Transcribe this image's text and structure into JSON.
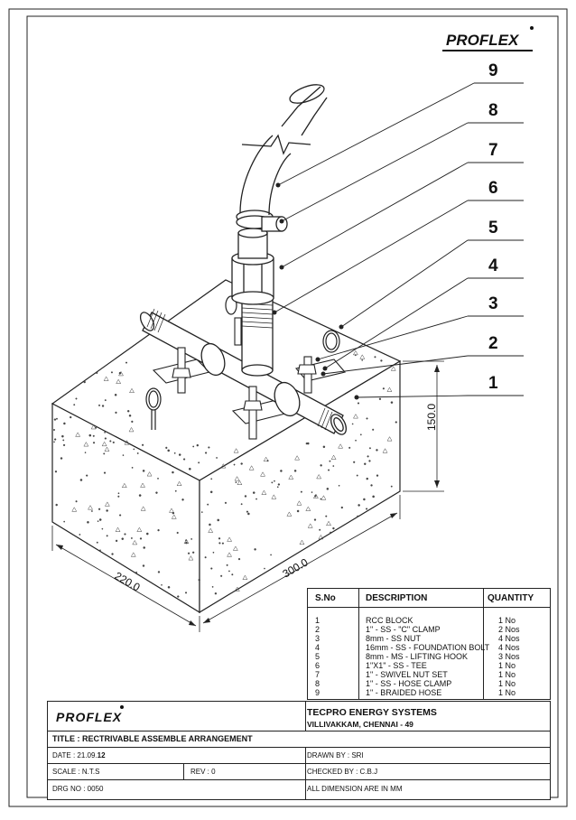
{
  "brand": {
    "logo": "PROFLEX"
  },
  "callouts": [
    "9",
    "8",
    "7",
    "6",
    "5",
    "4",
    "3",
    "2",
    "1"
  ],
  "dimensions": {
    "length": "300.0",
    "width": "220.0",
    "height": "150.0"
  },
  "bom": {
    "headers": {
      "sno": "S.No",
      "description": "DESCRIPTION",
      "quantity": "QUANTITY"
    },
    "rows": [
      {
        "sno": "1",
        "description": "RCC BLOCK",
        "quantity": "1 No"
      },
      {
        "sno": "2",
        "description": "1\" - SS - \"C\" CLAMP",
        "quantity": "2 Nos"
      },
      {
        "sno": "3",
        "description": "8mm - SS NUT",
        "quantity": "4 Nos"
      },
      {
        "sno": "4",
        "description": "16mm - SS - FOUNDATION BOLT",
        "quantity": "4 Nos"
      },
      {
        "sno": "5",
        "description": "8mm - MS - LIFTING HOOK",
        "quantity": "3 Nos"
      },
      {
        "sno": "6",
        "description": "1\"X1\" - SS - TEE",
        "quantity": "1 No"
      },
      {
        "sno": "7",
        "description": "1\" - SWIVEL NUT SET",
        "quantity": "1 No"
      },
      {
        "sno": "8",
        "description": "1\" - SS - HOSE CLAMP",
        "quantity": "1 No"
      },
      {
        "sno": "9",
        "description": "1\" - BRAIDED HOSE",
        "quantity": "1 No"
      }
    ]
  },
  "title_block": {
    "logo": "PROFLEX",
    "company": "TECPRO ENERGY SYSTEMS",
    "address": "VILLIVAKKAM, CHENNAI - 49",
    "title": "TITLE  : RECTRIVABLE ASSEMBLE ARRANGEMENT",
    "date_label": "DATE : 21.09.",
    "date_year": "12",
    "drawn_by": "DRAWN BY : SRI",
    "scale": "SCALE : N.T.S",
    "rev": "REV : 0",
    "checked_by": "CHECKED BY : C.B.J",
    "drg_no": "DRG NO : 0050",
    "units_note": "ALL DIMENSION ARE IN MM"
  }
}
